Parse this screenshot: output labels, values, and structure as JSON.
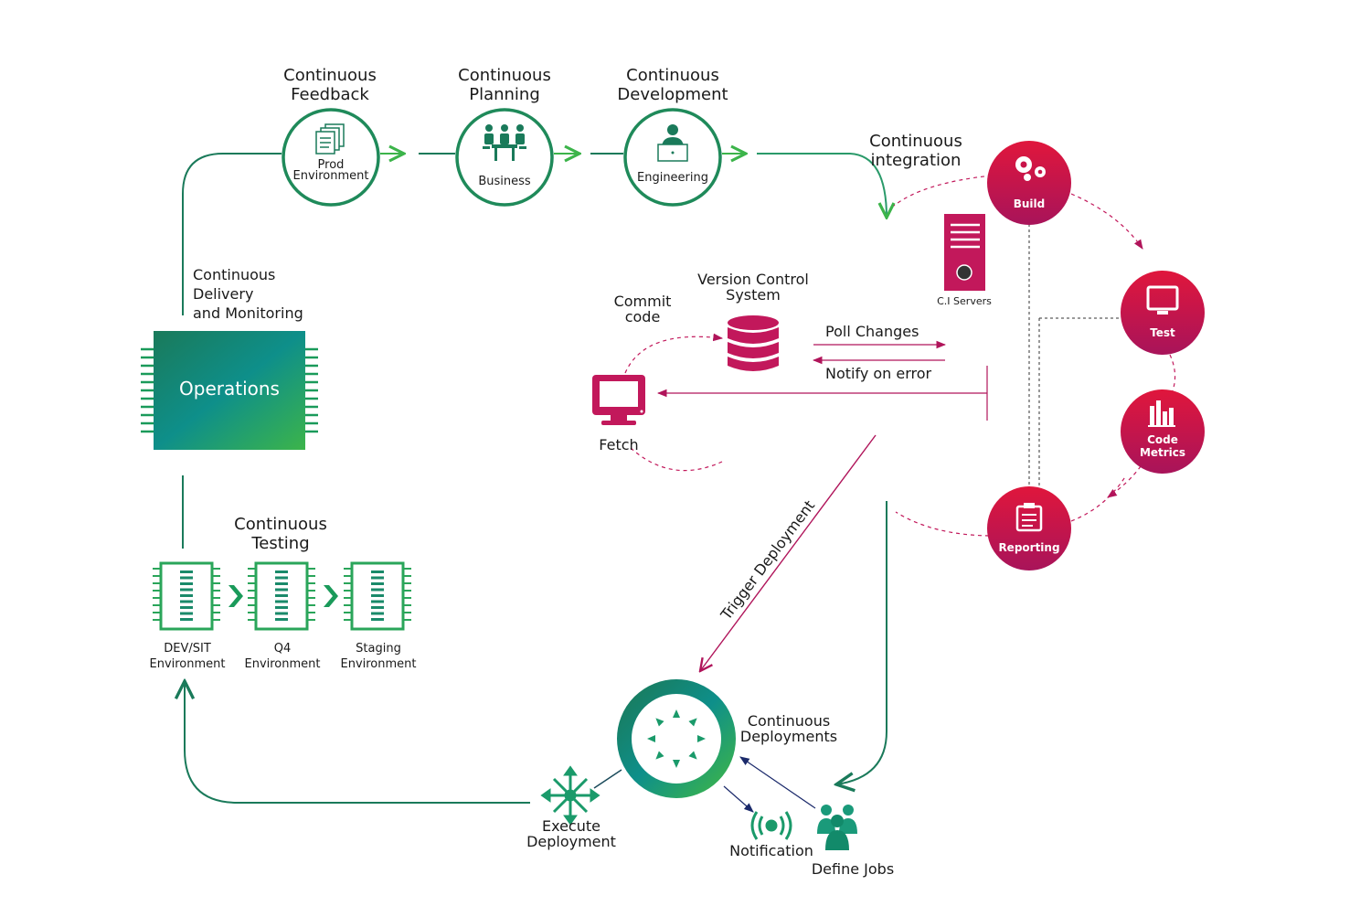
{
  "colors": {
    "green_dark": "#1a7a5a",
    "green_light": "#3cb44a",
    "teal": "#0e8f8a",
    "crimson": "#c2185b",
    "magenta": "#a8145a",
    "navy": "#1b2a6b",
    "text": "#1a1a1a"
  },
  "top_stages": [
    {
      "title": [
        "Continuous",
        "Feedback"
      ],
      "caption": [
        "Prod",
        "Environment"
      ],
      "icon": "documents-icon"
    },
    {
      "title": [
        "Continuous",
        "Planning"
      ],
      "caption": [
        "Business"
      ],
      "icon": "meeting-icon"
    },
    {
      "title": [
        "Continuous",
        "Development"
      ],
      "caption": [
        "Engineering"
      ],
      "icon": "developer-icon"
    }
  ],
  "ci": {
    "title": [
      "Continuous",
      "integration"
    ],
    "nodes": [
      {
        "label": [
          "Build"
        ],
        "icon": "gears-icon"
      },
      {
        "label": [
          "Test"
        ],
        "icon": "monitor-icon"
      },
      {
        "label": [
          "Code",
          "Metrics"
        ],
        "icon": "bar-chart-icon"
      },
      {
        "label": [
          "Reporting"
        ],
        "icon": "clipboard-icon"
      }
    ],
    "server_label": "C.I Servers"
  },
  "vcs": {
    "title": [
      "Version Control",
      "System"
    ],
    "commit": [
      "Commit",
      "code"
    ],
    "fetch": "Fetch",
    "poll": "Poll Changes",
    "notify": "Notify on error"
  },
  "operations": {
    "label": "Operations",
    "delivery": [
      "Continuous",
      "Delivery",
      "and Monitoring"
    ]
  },
  "testing": {
    "title": [
      "Continuous",
      "Testing"
    ],
    "environments": [
      [
        "DEV/SIT",
        "Environment"
      ],
      [
        "Q4",
        "Environment"
      ],
      [
        "Staging",
        "Environment"
      ]
    ]
  },
  "deployment": {
    "title": [
      "Continuous",
      "Deployments"
    ],
    "trigger": "Trigger Deployment",
    "execute": [
      "Execute",
      "Deployment"
    ],
    "notification": "Notification",
    "define_jobs": "Define Jobs"
  }
}
